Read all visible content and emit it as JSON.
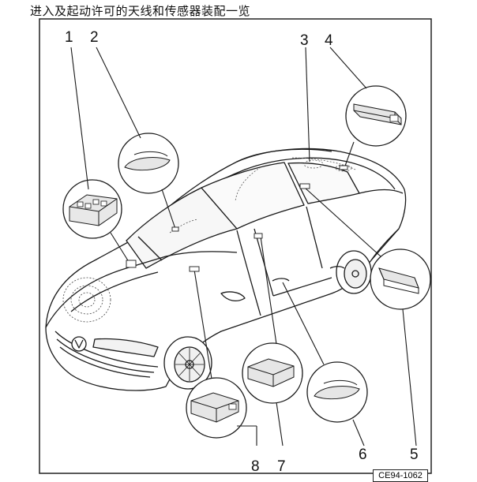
{
  "title": "进入及起动许可的天线和传感器装配一览",
  "reference": "CE94-1062",
  "callouts": [
    "1",
    "2",
    "3",
    "4",
    "5",
    "6",
    "7",
    "8"
  ],
  "colors": {
    "line": "#1a1a1a",
    "detail_fill": "#e6e6e6",
    "car_fill": "#ffffff"
  }
}
